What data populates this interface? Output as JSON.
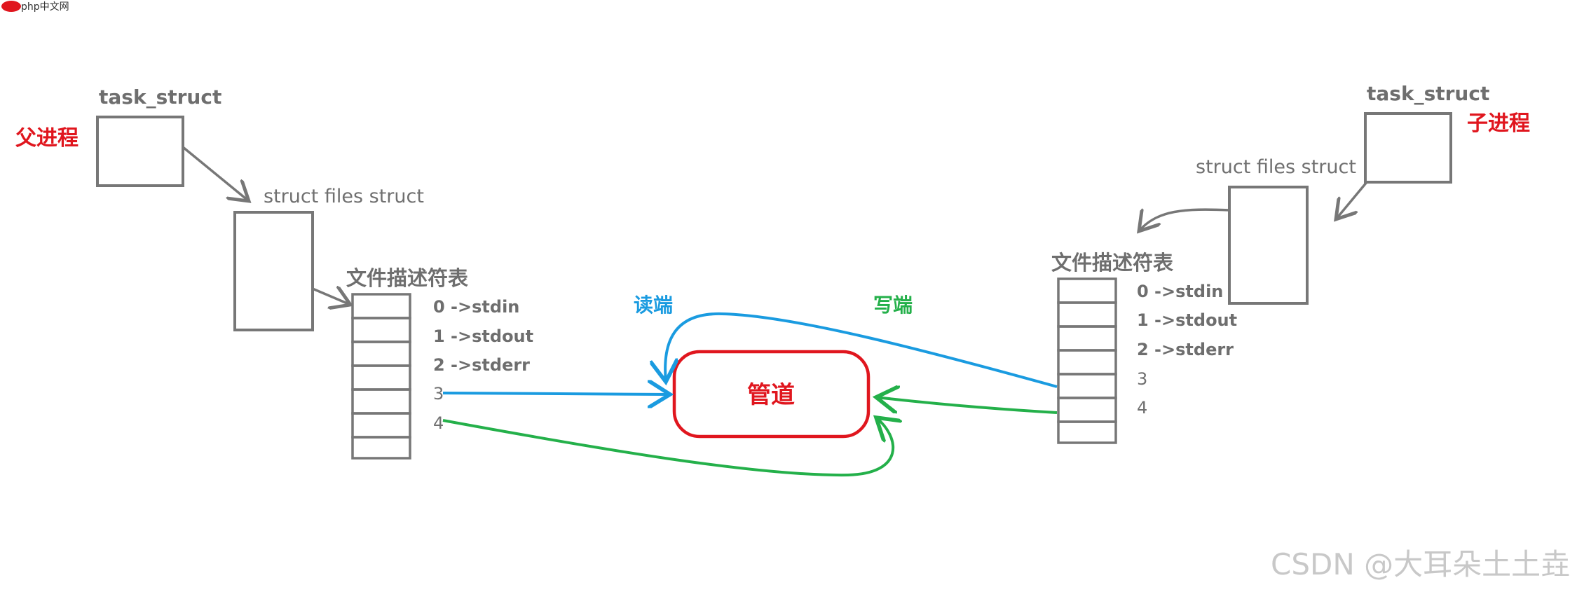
{
  "logo": {
    "text": "php中文网"
  },
  "parent": {
    "label": "父进程",
    "task_struct": "task_struct",
    "files_struct": "struct files  struct",
    "fd_table_title": "文件描述符表",
    "fd_entries": [
      "0  ->stdin",
      "1  ->stdout",
      "2  ->stderr",
      "3",
      "4"
    ]
  },
  "child": {
    "label": "子进程",
    "task_struct": "task_struct",
    "files_struct": "struct files  struct",
    "fd_table_title": "文件描述符表",
    "fd_entries": [
      "0  ->stdin",
      "1  ->stdout",
      "2  ->stderr",
      "3",
      "4"
    ]
  },
  "pipe": {
    "label": "管道"
  },
  "read_end": {
    "label": "读端"
  },
  "write_end": {
    "label": "写端"
  },
  "watermark": {
    "text": "CSDN @大耳朵土土垚"
  },
  "colors": {
    "gray": "#777777",
    "red": "#e0161e",
    "blue": "#1a9be0",
    "green": "#24b04a"
  }
}
